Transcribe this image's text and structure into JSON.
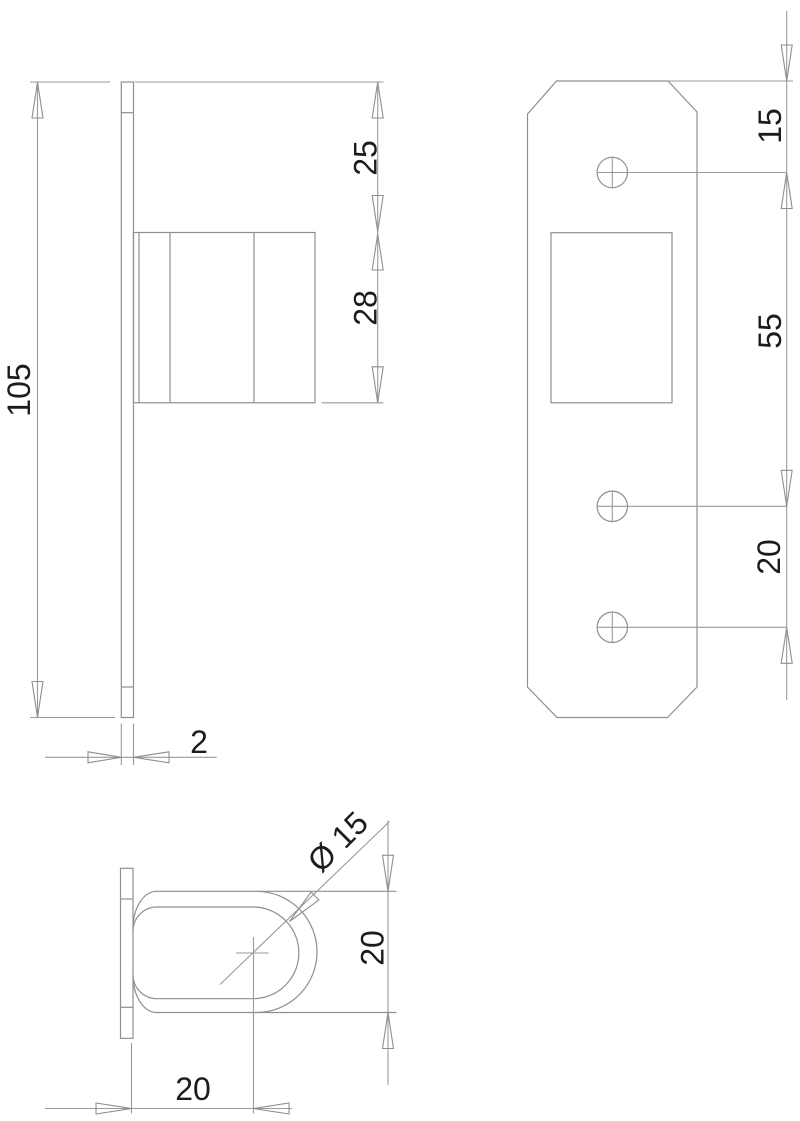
{
  "style": {
    "line_color": "#8f8f8f",
    "text_color": "#1c1c1c",
    "background": "#ffffff"
  },
  "views": {
    "side": {
      "dim_overall_height": "105",
      "dim_top_to_tube": "25",
      "dim_tube_height": "28",
      "dim_plate_thickness": "2"
    },
    "front": {
      "dim_top_to_first_hole": "15",
      "dim_first_to_second_hole": "55",
      "dim_second_to_third_hole": "20"
    },
    "top": {
      "dim_bore_diameter": "Ø 15",
      "dim_tube_outer_height": "20",
      "dim_plate_to_center": "20"
    }
  }
}
